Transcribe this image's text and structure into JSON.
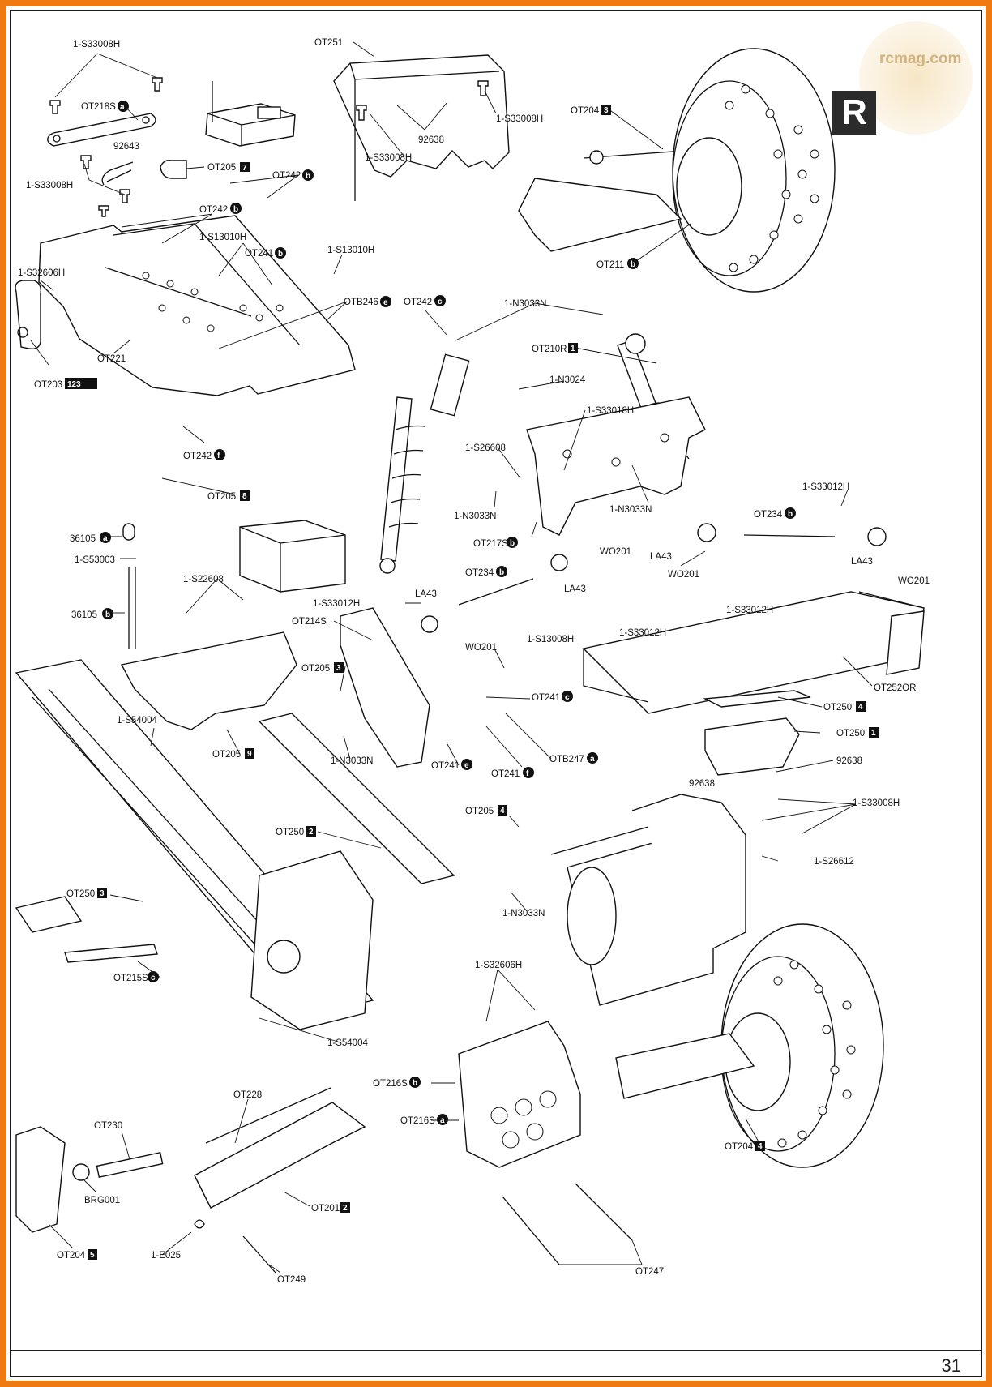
{
  "page": {
    "number": "31",
    "section_badge": "R",
    "watermark": "rcmag.com"
  },
  "labels": [
    {
      "id": "s33008h_a",
      "text": "1-S33008H",
      "tag": ""
    },
    {
      "id": "ot218s",
      "text": "OT218S",
      "tag": "a"
    },
    {
      "id": "n92643",
      "text": "92643",
      "tag": ""
    },
    {
      "id": "s33008h_b",
      "text": "1-S33008H",
      "tag": ""
    },
    {
      "id": "ot205_7",
      "text": "OT205",
      "tag": "7"
    },
    {
      "id": "ot242b_1",
      "text": "OT242",
      "tag": "b"
    },
    {
      "id": "ot242b_2",
      "text": "OT242",
      "tag": "b"
    },
    {
      "id": "s13010h_a",
      "text": "1-S13010H",
      "tag": ""
    },
    {
      "id": "ot241b",
      "text": "OT241",
      "tag": "b"
    },
    {
      "id": "s13010h_b",
      "text": "1-S13010H",
      "tag": ""
    },
    {
      "id": "s32606h_a",
      "text": "1-S32606H",
      "tag": ""
    },
    {
      "id": "otb246e",
      "text": "OTB246",
      "tag": "e"
    },
    {
      "id": "ot221",
      "text": "OT221",
      "tag": ""
    },
    {
      "id": "ot203",
      "text": "OT203",
      "tag": "123"
    },
    {
      "id": "ot251",
      "text": "OT251",
      "tag": ""
    },
    {
      "id": "n92638_a",
      "text": "92638",
      "tag": ""
    },
    {
      "id": "s33008h_c",
      "text": "1-S33008H",
      "tag": ""
    },
    {
      "id": "s33008h_d",
      "text": "1-S33008H",
      "tag": ""
    },
    {
      "id": "ot204_3",
      "text": "OT204",
      "tag": "3"
    },
    {
      "id": "ot211b",
      "text": "OT211",
      "tag": "b"
    },
    {
      "id": "ot242c",
      "text": "OT242",
      "tag": "c"
    },
    {
      "id": "n3033n_a",
      "text": "1-N3033N",
      "tag": ""
    },
    {
      "id": "ot210r",
      "text": "OT210R",
      "tag": "1"
    },
    {
      "id": "n3024",
      "text": "1-N3024",
      "tag": ""
    },
    {
      "id": "s33018h",
      "text": "1-S33018H",
      "tag": ""
    },
    {
      "id": "ot242f",
      "text": "OT242",
      "tag": "f"
    },
    {
      "id": "ot205_8",
      "text": "OT205",
      "tag": "8"
    },
    {
      "id": "s26608",
      "text": "1-S26608",
      "tag": ""
    },
    {
      "id": "n3033n_b",
      "text": "1-N3033N",
      "tag": ""
    },
    {
      "id": "n3033n_c",
      "text": "1-N3033N",
      "tag": ""
    },
    {
      "id": "ot217s",
      "text": "OT217S",
      "tag": "b"
    },
    {
      "id": "s33012h_a",
      "text": "1-S33012H",
      "tag": ""
    },
    {
      "id": "ot234b_a",
      "text": "OT234",
      "tag": "b"
    },
    {
      "id": "la43_a",
      "text": "LA43",
      "tag": ""
    },
    {
      "id": "la43_b",
      "text": "LA43",
      "tag": ""
    },
    {
      "id": "wo201_a",
      "text": "WO201",
      "tag": ""
    },
    {
      "id": "wo201_b",
      "text": "WO201",
      "tag": ""
    },
    {
      "id": "wo201_c",
      "text": "WO201",
      "tag": ""
    },
    {
      "id": "s33012h_b",
      "text": "1-S33012H",
      "tag": ""
    },
    {
      "id": "n36105a",
      "text": "36105",
      "tag": "a"
    },
    {
      "id": "s53003",
      "text": "1-S53003",
      "tag": ""
    },
    {
      "id": "n36105b",
      "text": "36105",
      "tag": "b"
    },
    {
      "id": "s22608",
      "text": "1-S22608",
      "tag": ""
    },
    {
      "id": "s33012h_c",
      "text": "1-S33012H",
      "tag": ""
    },
    {
      "id": "ot214s",
      "text": "OT214S",
      "tag": ""
    },
    {
      "id": "la43_c",
      "text": "LA43",
      "tag": ""
    },
    {
      "id": "ot234b_b",
      "text": "OT234",
      "tag": "b"
    },
    {
      "id": "la43_d",
      "text": "LA43",
      "tag": ""
    },
    {
      "id": "wo201_d",
      "text": "WO201",
      "tag": ""
    },
    {
      "id": "s33012h_d",
      "text": "1-S33012H",
      "tag": ""
    },
    {
      "id": "ot252or",
      "text": "OT252OR",
      "tag": ""
    },
    {
      "id": "s13008h",
      "text": "1-S13008H",
      "tag": ""
    },
    {
      "id": "ot241c",
      "text": "OT241",
      "tag": "c"
    },
    {
      "id": "ot250_4",
      "text": "OT250",
      "tag": "4"
    },
    {
      "id": "ot250_1",
      "text": "OT250",
      "tag": "1"
    },
    {
      "id": "ot205_3",
      "text": "OT205",
      "tag": "3"
    },
    {
      "id": "s54004_a",
      "text": "1-S54004",
      "tag": ""
    },
    {
      "id": "ot205_9",
      "text": "OT205",
      "tag": "9"
    },
    {
      "id": "n3033n_d",
      "text": "1-N3033N",
      "tag": ""
    },
    {
      "id": "ot241e",
      "text": "OT241",
      "tag": "e"
    },
    {
      "id": "ot241f",
      "text": "OT241",
      "tag": "f"
    },
    {
      "id": "otb247a",
      "text": "OTB247",
      "tag": "a"
    },
    {
      "id": "n92638_b",
      "text": "92638",
      "tag": ""
    },
    {
      "id": "n92638_c",
      "text": "92638",
      "tag": ""
    },
    {
      "id": "s33008h_e",
      "text": "1-S33008H",
      "tag": ""
    },
    {
      "id": "ot205_4",
      "text": "OT205",
      "tag": "4"
    },
    {
      "id": "ot250_2",
      "text": "OT250",
      "tag": "2"
    },
    {
      "id": "s26612",
      "text": "1-S26612",
      "tag": ""
    },
    {
      "id": "n3033n_e",
      "text": "1-N3033N",
      "tag": ""
    },
    {
      "id": "ot250_3",
      "text": "OT250",
      "tag": "3"
    },
    {
      "id": "ot215s",
      "text": "OT215S",
      "tag": "c"
    },
    {
      "id": "s54004_b",
      "text": "1-S54004",
      "tag": ""
    },
    {
      "id": "s32606h_b",
      "text": "1-S32606H",
      "tag": ""
    },
    {
      "id": "ot216s_b",
      "text": "OT216S",
      "tag": "b"
    },
    {
      "id": "ot216s_a",
      "text": "OT216S",
      "tag": "a"
    },
    {
      "id": "ot204_4",
      "text": "OT204",
      "tag": "4"
    },
    {
      "id": "ot228",
      "text": "OT228",
      "tag": ""
    },
    {
      "id": "ot230",
      "text": "OT230",
      "tag": ""
    },
    {
      "id": "brg001",
      "text": "BRG001",
      "tag": ""
    },
    {
      "id": "ot201",
      "text": "OT201",
      "tag": "2"
    },
    {
      "id": "ot204_5",
      "text": "OT204",
      "tag": "5"
    },
    {
      "id": "e025",
      "text": "1-E025",
      "tag": ""
    },
    {
      "id": "ot249",
      "text": "OT249",
      "tag": ""
    },
    {
      "id": "ot247",
      "text": "OT247",
      "tag": ""
    }
  ]
}
